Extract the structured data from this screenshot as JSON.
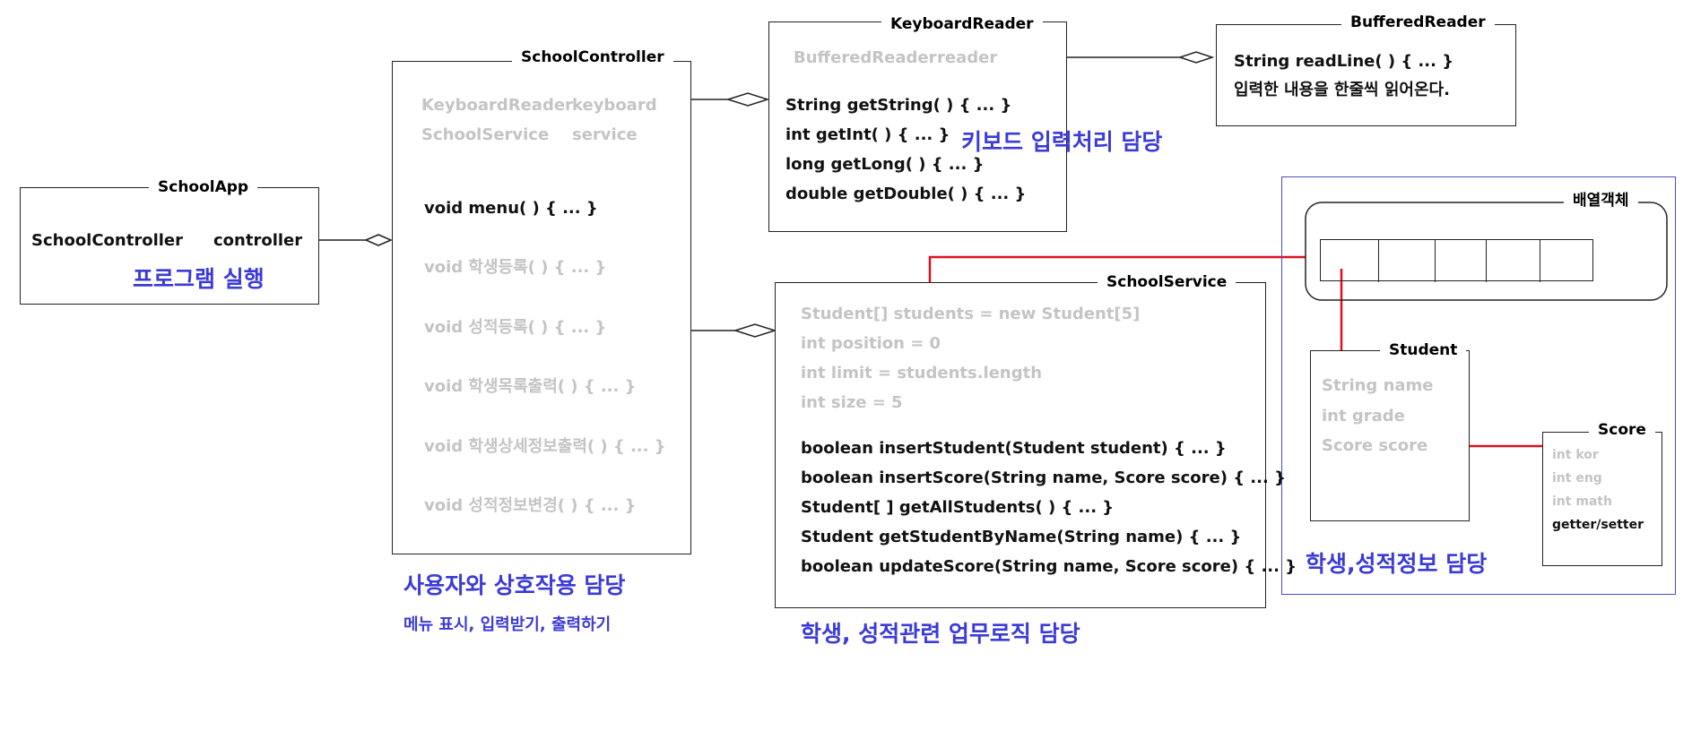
{
  "school_app": {
    "title": "SchoolApp",
    "field_type": "SchoolController",
    "field_name": "controller",
    "note": "프로그램 실행"
  },
  "school_controller": {
    "title": "SchoolController",
    "fields": [
      {
        "type": "KeyboardReader",
        "name": "keyboard"
      },
      {
        "type": "SchoolService",
        "name": "service"
      }
    ],
    "methods": [
      "void menu( ) { ... }",
      "void 학생등록( ) { ... }",
      "void 성적등록( ) { ... }",
      "void 학생목록출력( ) { ... }",
      "void 학생상세정보출력( ) { ... }",
      "void 성적정보변경( ) { ... }"
    ],
    "note": "사용자와 상호작용 담당",
    "subnote": "메뉴 표시, 입력받기, 출력하기"
  },
  "keyboard_reader": {
    "title": "KeyboardReader",
    "field_type": "BufferedReader",
    "field_name": "reader",
    "methods": [
      "String getString( ) { ... }",
      "int getInt( ) { ... }",
      "long getLong( ) { ... }",
      "double getDouble( ) { ... }"
    ],
    "note": "키보드 입력처리 담당"
  },
  "buffered_reader": {
    "title": "BufferedReader",
    "method": "String readLine( ) { ... }",
    "desc": "입력한 내용을 한줄씩 읽어온다."
  },
  "school_service": {
    "title": "SchoolService",
    "fields": [
      "Student[]  students = new Student[5]",
      "int position = 0",
      "int limit = students.length",
      "int size = 5"
    ],
    "methods": [
      "boolean insertStudent(Student student) { ... }",
      "boolean insertScore(String name, Score score) { ... }",
      "Student[ ] getAllStudents( ) { ... }",
      "Student getStudentByName(String name) { ... }",
      "boolean updateScore(String name, Score score) { ... }"
    ],
    "note": "학생, 성적관련 업무로직 담당"
  },
  "array_object": {
    "title": "배열객체"
  },
  "student": {
    "title": "Student",
    "fields": [
      "String name",
      "int grade",
      "Score score"
    ]
  },
  "score": {
    "title": "Score",
    "fields": [
      "int kor",
      "int eng",
      "int math"
    ],
    "method": "getter/setter"
  },
  "data_note": "학생,성적정보 담당",
  "colors": {
    "note_blue": "#3b3bd6",
    "link_red": "#e0101e",
    "group_border": "#4a4ad0",
    "inactive_text": "#c4c4c4"
  }
}
